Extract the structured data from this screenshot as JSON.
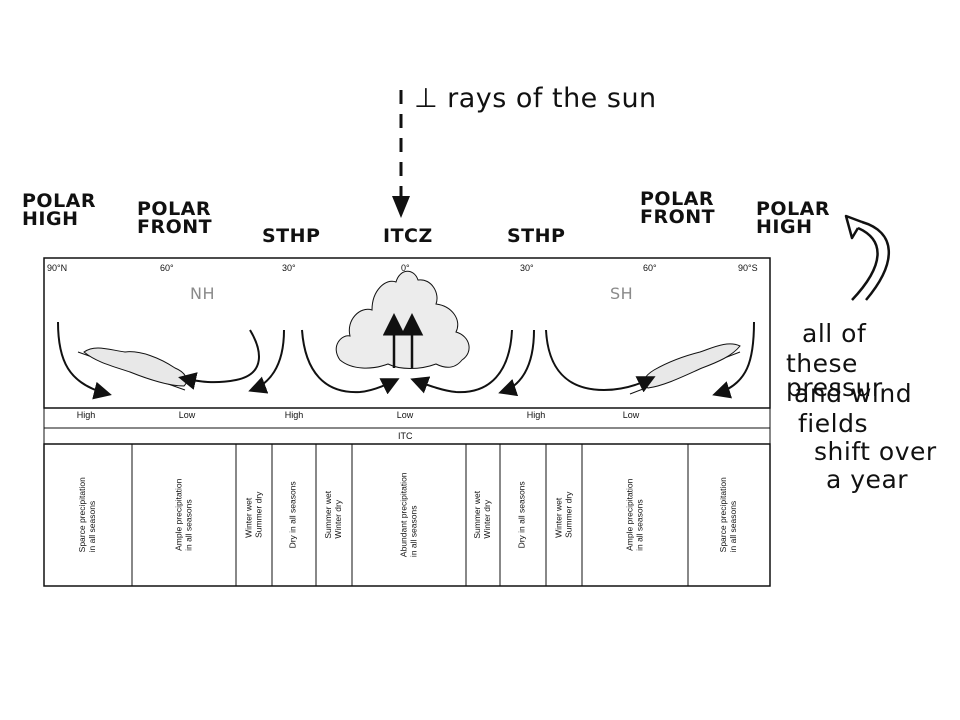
{
  "top_annotation": "⊥ rays of the sun",
  "pressure_headers": [
    {
      "id": "polar-high-north",
      "text": "POLAR\nHIGH"
    },
    {
      "id": "polar-front-north",
      "text": "POLAR\nFRONT"
    },
    {
      "id": "sthp-north",
      "text": "STHP"
    },
    {
      "id": "itcz",
      "text": "ITCZ"
    },
    {
      "id": "sthp-south",
      "text": "STHP"
    },
    {
      "id": "polar-front-south",
      "text": "POLAR\nFRONT"
    },
    {
      "id": "polar-high-south",
      "text": "POLAR\nHIGH"
    }
  ],
  "latitudes": [
    "90°N",
    "60°",
    "30°",
    "0°",
    "30°",
    "60°",
    "90°S"
  ],
  "hemispheres": [
    "NH",
    "SH"
  ],
  "surface_pressure": [
    "High",
    "Low",
    "High",
    "Low",
    "High",
    "Low"
  ],
  "itc_label": "ITC",
  "precipitation_zones": [
    "Sparce precipitation\nin all seasons",
    "Ample precipitation\nin all seasons",
    "Winter wet\nSummer dry",
    "Dry in all seasons",
    "Summer wet\nWinter dry",
    "Abundant precipitation\nin all seasons",
    "Summer wet\nWinter dry",
    "Dry in all seasons",
    "Winter wet\nSummer dry",
    "Ample precipitation\nin all seasons",
    "Sparce precipitation\nin all seasons"
  ],
  "shift_note": [
    "all of",
    "these pressur",
    "and wind",
    "fields",
    "shift over",
    "a year"
  ]
}
